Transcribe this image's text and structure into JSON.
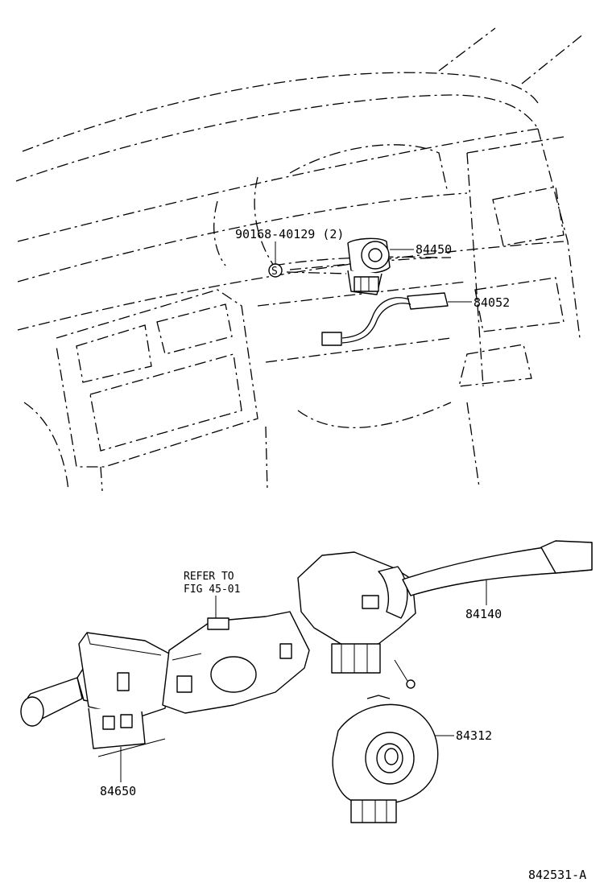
{
  "labels": {
    "bolt_part": "90168-40129 (2)",
    "bolt_symbol": "S",
    "ignition_switch": "84450",
    "key_sensor": "84052",
    "refer_line1": "REFER TO",
    "refer_line2": "FIG 45-01",
    "wiper_switch": "84140",
    "spiral_cable": "84312",
    "turn_signal_switch": "84650",
    "figure_code": "842531-A"
  }
}
